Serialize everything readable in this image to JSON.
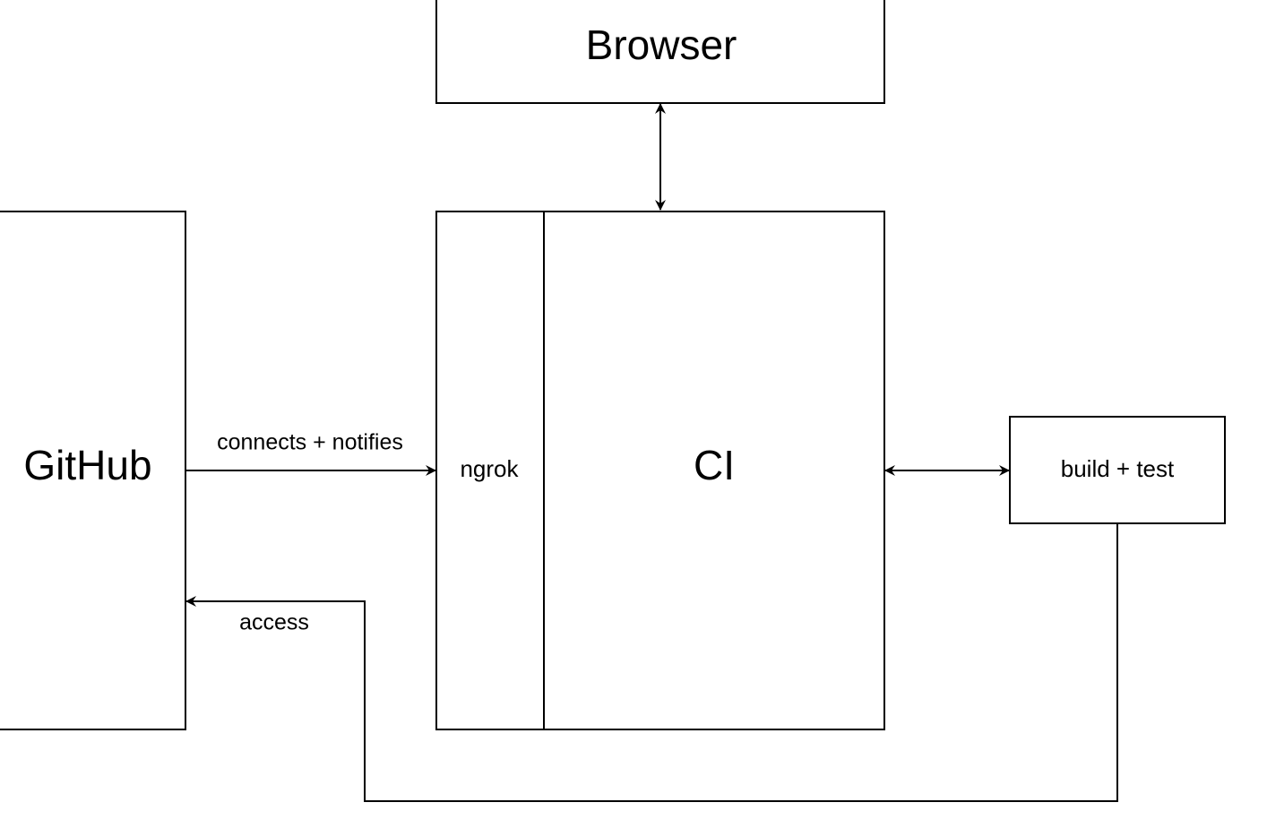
{
  "diagram": {
    "nodes": {
      "browser": {
        "label": "Browser"
      },
      "github": {
        "label": "GitHub"
      },
      "ngrok": {
        "label": "ngrok"
      },
      "ci": {
        "label": "CI"
      },
      "build_test": {
        "label": "build + test"
      }
    },
    "edges": {
      "github_to_ngrok": {
        "label": "connects + notifies",
        "from": "GitHub",
        "to": "ngrok",
        "direction": "forward"
      },
      "browser_ci": {
        "label": "",
        "from": "Browser",
        "to": "CI",
        "direction": "both"
      },
      "ci_build": {
        "label": "",
        "from": "CI",
        "to": "build + test",
        "direction": "both"
      },
      "build_to_github": {
        "label": "access",
        "from": "build + test",
        "to": "GitHub",
        "direction": "forward"
      }
    },
    "colors": {
      "stroke": "#000000",
      "fill": "#ffffff",
      "text": "#000000"
    }
  }
}
